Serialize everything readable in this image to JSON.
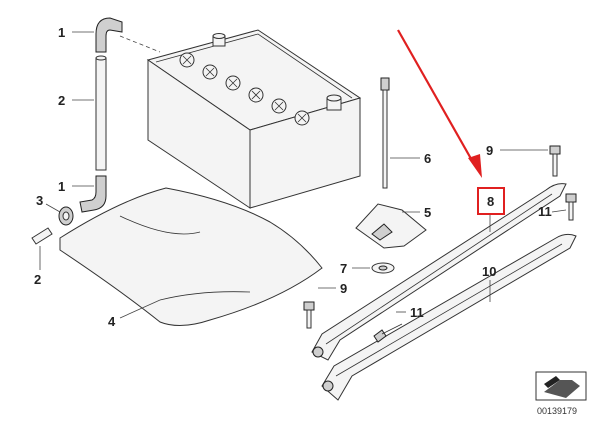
{
  "callouts": {
    "c1a": "1",
    "c2a": "2",
    "c1b": "1",
    "c3": "3",
    "c2b": "2",
    "c4": "4",
    "c6": "6",
    "c5": "5",
    "c7": "7",
    "c9a": "9",
    "c9b": "9",
    "c8": "8",
    "c11a": "11",
    "c10": "10",
    "c11b": "11"
  },
  "diagram_id": "00139179",
  "colors": {
    "highlight": "#e02020",
    "line": "#333333",
    "fill": "#f4f4f4"
  }
}
